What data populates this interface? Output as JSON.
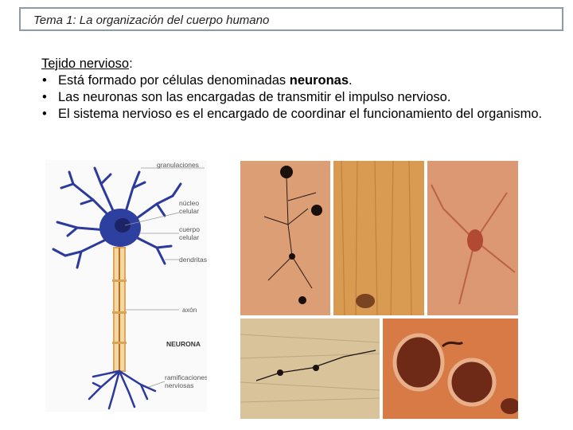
{
  "header": {
    "title": "Tema 1: La organización del cuerpo humano"
  },
  "section": {
    "heading": "Tejido nervioso",
    "heading_suffix": ":",
    "bullets": [
      {
        "text_before": "Está formado por células denominadas ",
        "bold": "neuronas",
        "text_after": "."
      },
      {
        "text": "Las neuronas son las encargadas de transmitir el impulso nervioso."
      },
      {
        "text": "El sistema nervioso es el encargado de coordinar el funcionamiento del organismo."
      }
    ]
  },
  "neuron_diagram": {
    "labels": {
      "granulaciones": "granulaciones",
      "nucleo_1": "núcleo",
      "nucleo_2": "celular",
      "cuerpo_1": "cuerpo",
      "cuerpo_2": "celular",
      "dendritas": "dendritas",
      "axon": "axón",
      "neurona": "NEURONA",
      "ramif_1": "ramificaciones",
      "ramif_2": "nerviosas"
    }
  }
}
